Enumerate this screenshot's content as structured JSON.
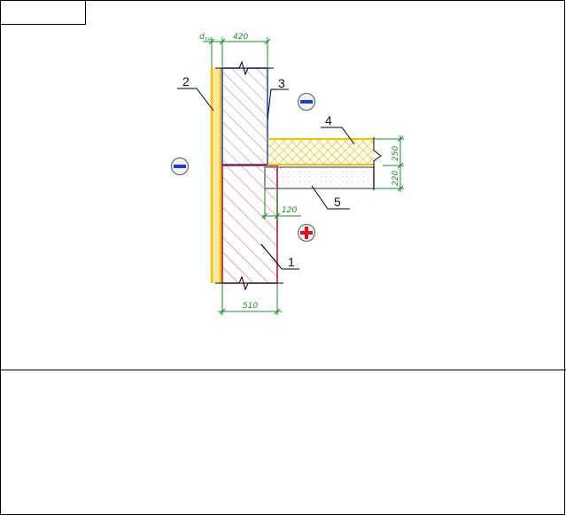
{
  "colors": {
    "insulation_outer": "#f2c200",
    "wall_upper_hatch": "#5a6fa8",
    "wall_upper_edge": "#1c3fd0",
    "wall_lower_hatch": "#d02040",
    "wall_lower_edge": "#a01030",
    "slab_insulation": "#f2c200",
    "slab": "#888888",
    "dimension": "#1a8c2a",
    "minus_sign": "#1c3fd0",
    "plus_sign": "#e01020"
  },
  "dimensions": {
    "d_label": "d",
    "d_subscript": "тн",
    "upper_wall": "420",
    "lower_wall": "510",
    "offset": "120",
    "slab_insulation": "250",
    "slab": "220"
  },
  "callouts": {
    "item1": "1",
    "item2": "2",
    "item3": "3",
    "item4": "4",
    "item5": "5"
  },
  "symbols": {
    "minus_upper": "minus",
    "minus_left": "minus",
    "plus_lower": "plus"
  }
}
